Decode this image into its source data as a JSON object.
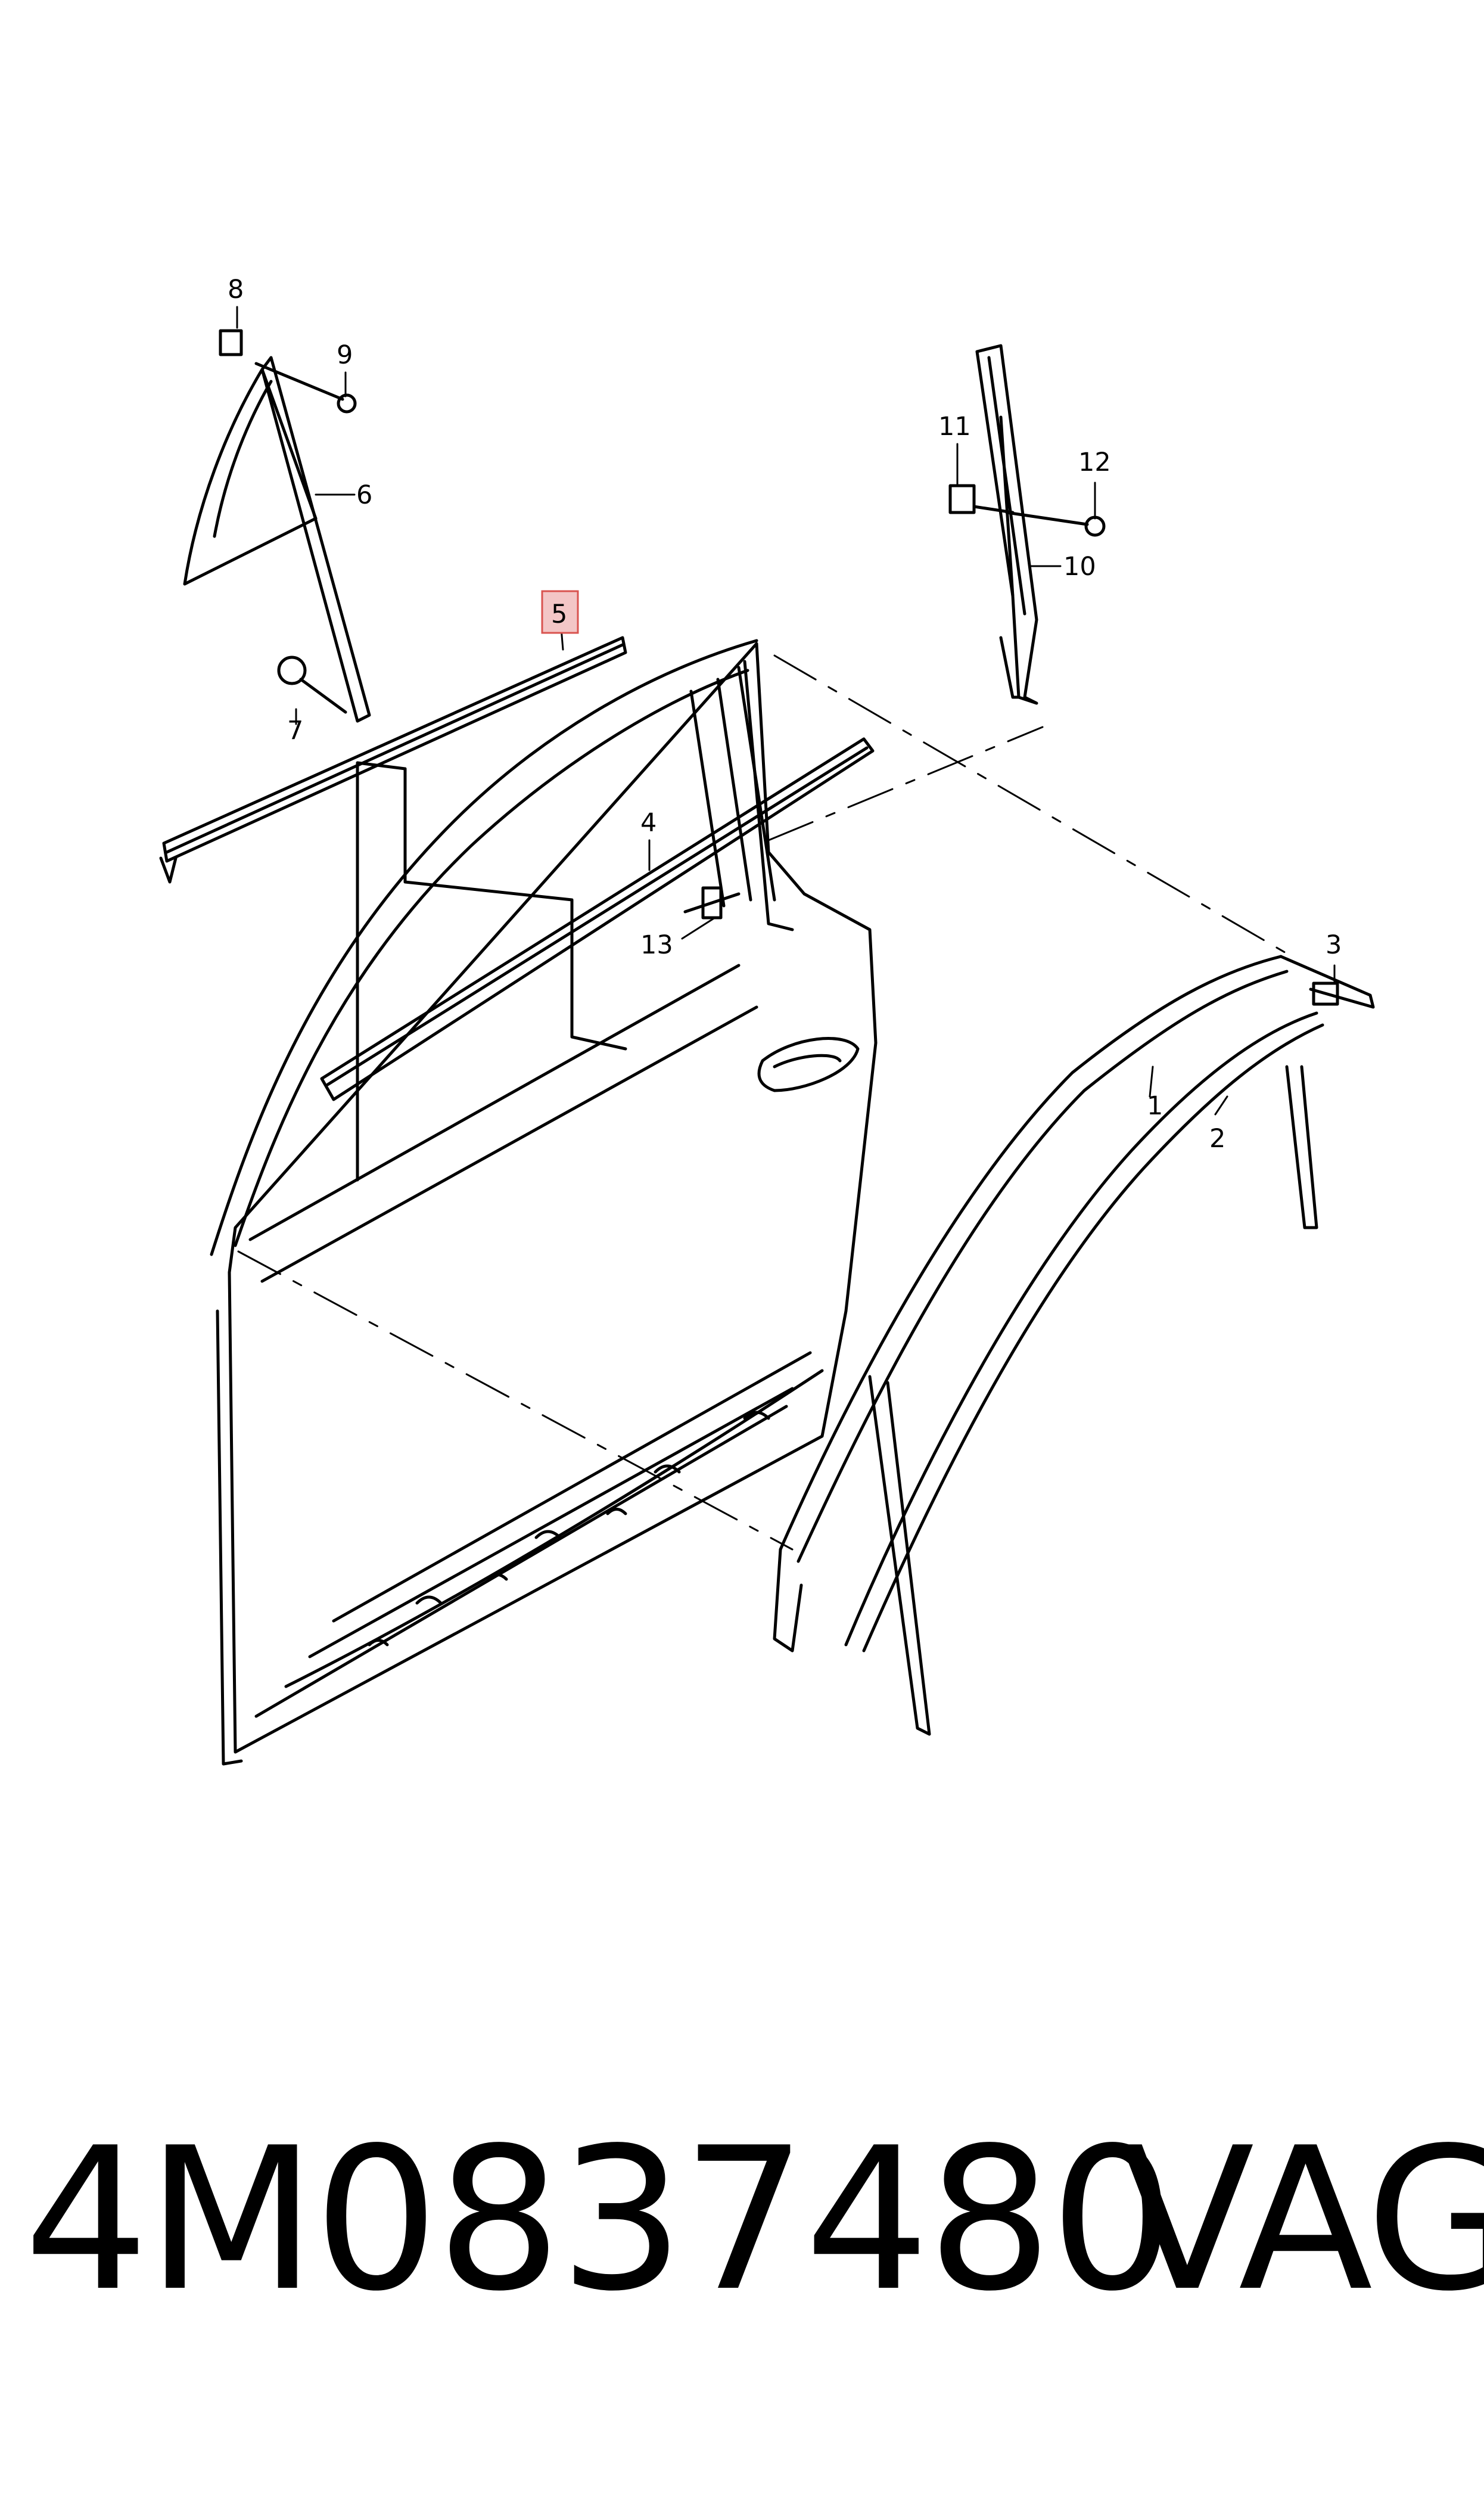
{
  "diagram": {
    "callouts": [
      "1",
      "2",
      "3",
      "4",
      "5",
      "6",
      "7",
      "8",
      "9",
      "10",
      "11",
      "12",
      "13"
    ],
    "highlighted_callout": "5",
    "highlight_color": "#f3c6c6",
    "highlight_border": "#d9534f"
  },
  "footer": {
    "part_number": "4M0837480",
    "brand": "VAG"
  }
}
